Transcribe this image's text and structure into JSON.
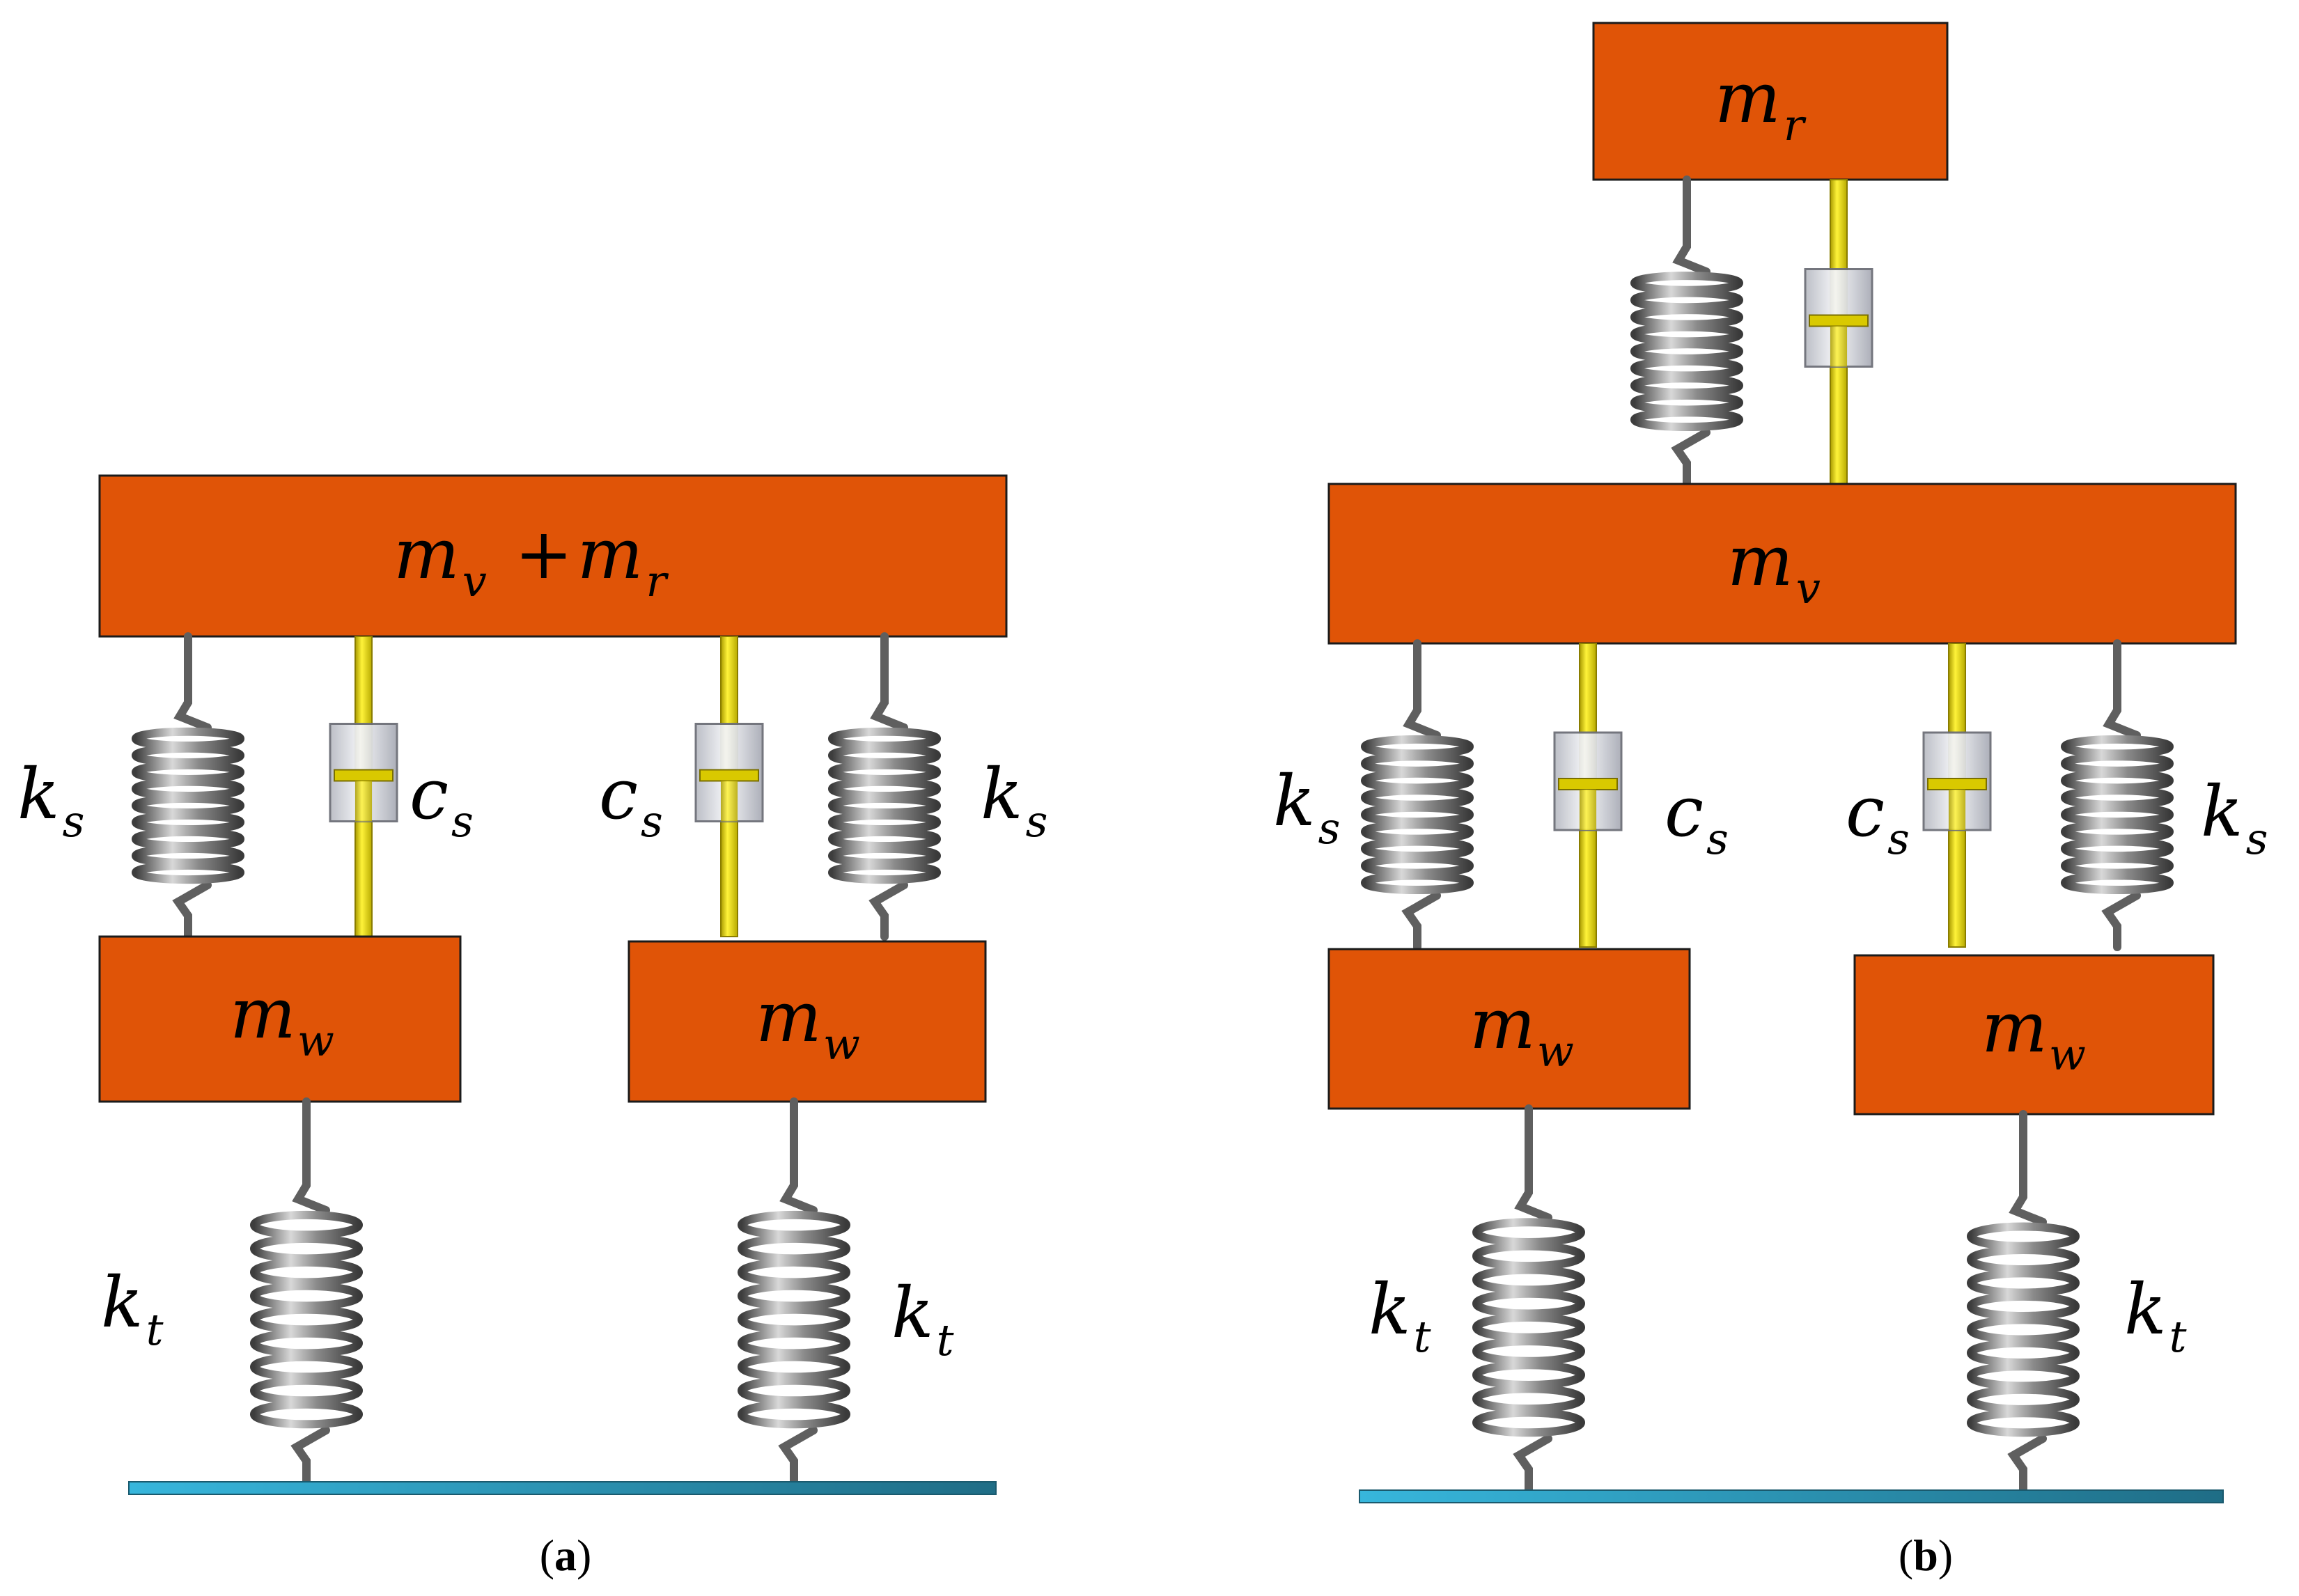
{
  "colors": {
    "mass": "#e05407",
    "damper_rod": "#f2e200",
    "ground": "#2ea3c8",
    "spring": "#5f5f5f"
  },
  "diagram_a": {
    "caption": {
      "open": "(",
      "letter": "a",
      "close": ")"
    },
    "body_mass": {
      "m1": "m",
      "s1": "v",
      "plus": "+",
      "m2": "m",
      "s2": "r"
    },
    "wheel_mass": {
      "sym": "m",
      "sub": "w"
    },
    "spring_susp": {
      "sym": "k",
      "sub": "s"
    },
    "damper_susp": {
      "sym": "c",
      "sub": "s"
    },
    "spring_tire": {
      "sym": "k",
      "sub": "t"
    }
  },
  "diagram_b": {
    "caption": {
      "open": "(",
      "letter": "b",
      "close": ")"
    },
    "top_mass": {
      "sym": "m",
      "sub": "r"
    },
    "body_mass": {
      "sym": "m",
      "sub": "v"
    },
    "wheel_mass": {
      "sym": "m",
      "sub": "w"
    },
    "spring_susp": {
      "sym": "k",
      "sub": "s"
    },
    "damper_susp": {
      "sym": "c",
      "sub": "s"
    },
    "spring_tire": {
      "sym": "k",
      "sub": "t"
    }
  }
}
